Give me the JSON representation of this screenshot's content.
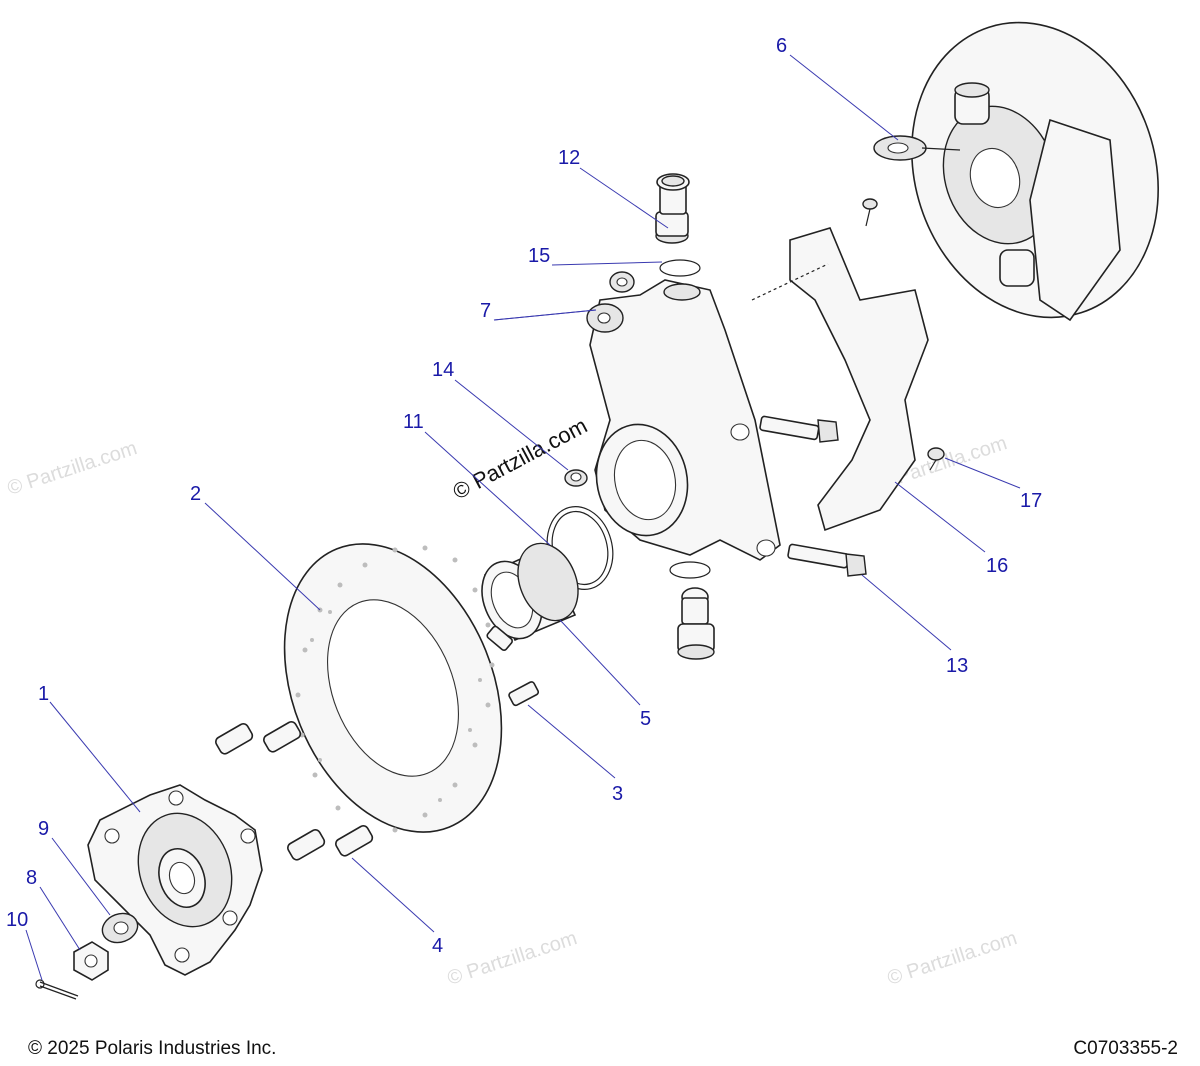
{
  "watermark": {
    "main": "© Partzilla.com",
    "faint": "© Partzilla.com"
  },
  "callouts": [
    {
      "id": "1",
      "label": "1"
    },
    {
      "id": "2",
      "label": "2"
    },
    {
      "id": "3",
      "label": "3"
    },
    {
      "id": "4",
      "label": "4"
    },
    {
      "id": "5",
      "label": "5"
    },
    {
      "id": "6",
      "label": "6"
    },
    {
      "id": "7",
      "label": "7"
    },
    {
      "id": "8",
      "label": "8"
    },
    {
      "id": "9",
      "label": "9"
    },
    {
      "id": "10",
      "label": "10"
    },
    {
      "id": "11",
      "label": "11"
    },
    {
      "id": "12",
      "label": "12"
    },
    {
      "id": "13",
      "label": "13"
    },
    {
      "id": "14",
      "label": "14"
    },
    {
      "id": "15",
      "label": "15"
    },
    {
      "id": "16",
      "label": "16"
    },
    {
      "id": "17",
      "label": "17"
    }
  ],
  "footer": {
    "copyright": "© 2025 Polaris Industries Inc.",
    "drawing_number": "C0703355-2"
  },
  "colors": {
    "callout": "#1a1aa8",
    "line_art": "#222222"
  }
}
